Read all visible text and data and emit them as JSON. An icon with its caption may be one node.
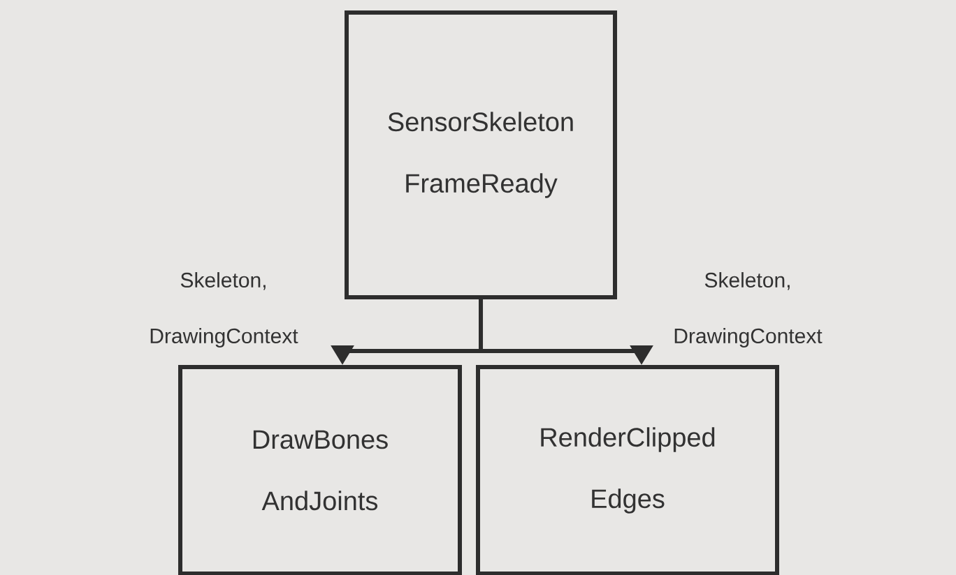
{
  "diagram": {
    "nodes": [
      {
        "text": [
          "SensorSkeleton FrameReady"
        ]
      },
      {
        "text": [
          "DrawBones AndJoints"
        ]
      },
      {
        "text": [
          "RenderClipped Edges"
        ]
      }
    ],
    "edges": [
      {
        "from": 0,
        "to": 1,
        "arrow": "to",
        "label": "Skeleton, DrawingContext"
      },
      {
        "from": 0,
        "to": 2,
        "arrow": "to",
        "label": "Skeleton, DrawingContext"
      }
    ]
  }
}
